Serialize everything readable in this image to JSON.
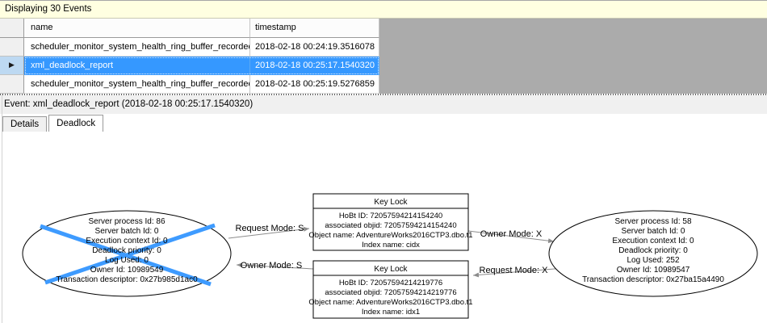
{
  "window": {
    "title_bar": "Displaying 30 Events"
  },
  "grid": {
    "columns": [
      {
        "label": "name"
      },
      {
        "label": "timestamp"
      }
    ],
    "row_indicator_icon": "▶",
    "rows": [
      {
        "name": "scheduler_monitor_system_health_ring_buffer_recorded",
        "timestamp": "2018-02-18 00:24:19.3516078"
      },
      {
        "name": "xml_deadlock_report",
        "timestamp": "2018-02-18 00:25:17.1540320"
      },
      {
        "name": "scheduler_monitor_system_health_ring_buffer_recorded",
        "timestamp": "2018-02-18 00:25:19.5276859"
      }
    ]
  },
  "event_bar": {
    "text": "Event: xml_deadlock_report (2018-02-18 00:25:17.1540320)"
  },
  "tabs": [
    {
      "label": "Details",
      "active": false
    },
    {
      "label": "Deadlock",
      "active": true
    }
  ],
  "deadlock_graph": {
    "victim_process": {
      "lines": [
        "Server process Id: 86",
        "Server batch Id: 0",
        "Execution context Id: 0",
        "Deadlock priority: 0",
        "Log Used: 0",
        "Owner Id: 10989549",
        "Transaction descriptor: 0x27b985d1ac0"
      ]
    },
    "other_process": {
      "lines": [
        "Server process Id: 58",
        "Server batch Id: 0",
        "Execution context Id: 0",
        "Deadlock priority: 0",
        "Log Used: 252",
        "Owner Id: 10989547",
        "Transaction descriptor: 0x27ba15a4490"
      ]
    },
    "top_lock": {
      "title": "Key Lock",
      "lines": [
        "HoBt ID: 72057594214154240",
        "associated objid: 72057594214154240",
        "Object name: AdventureWorks2016CTP3.dbo.t1",
        "Index name: cidx"
      ]
    },
    "bottom_lock": {
      "title": "Key Lock",
      "lines": [
        "HoBt ID: 72057594214219776",
        "associated objid: 72057594214219776",
        "Object name: AdventureWorks2016CTP3.dbo.t1",
        "Index name: idx1"
      ]
    },
    "edges": [
      {
        "label": "Request Mode: S"
      },
      {
        "label": "Owner Mode: S"
      },
      {
        "label": "Owner Mode: X"
      },
      {
        "label": "Request Mode: X"
      }
    ]
  },
  "colors": {
    "selection_blue": "#3598FF",
    "victim_cross_blue": "#3E9BFF",
    "info_bar_yellow": "#FFFFE1",
    "grid_backdrop_gray": "#ABABAB",
    "edge_gray": "#8C8C8C"
  }
}
